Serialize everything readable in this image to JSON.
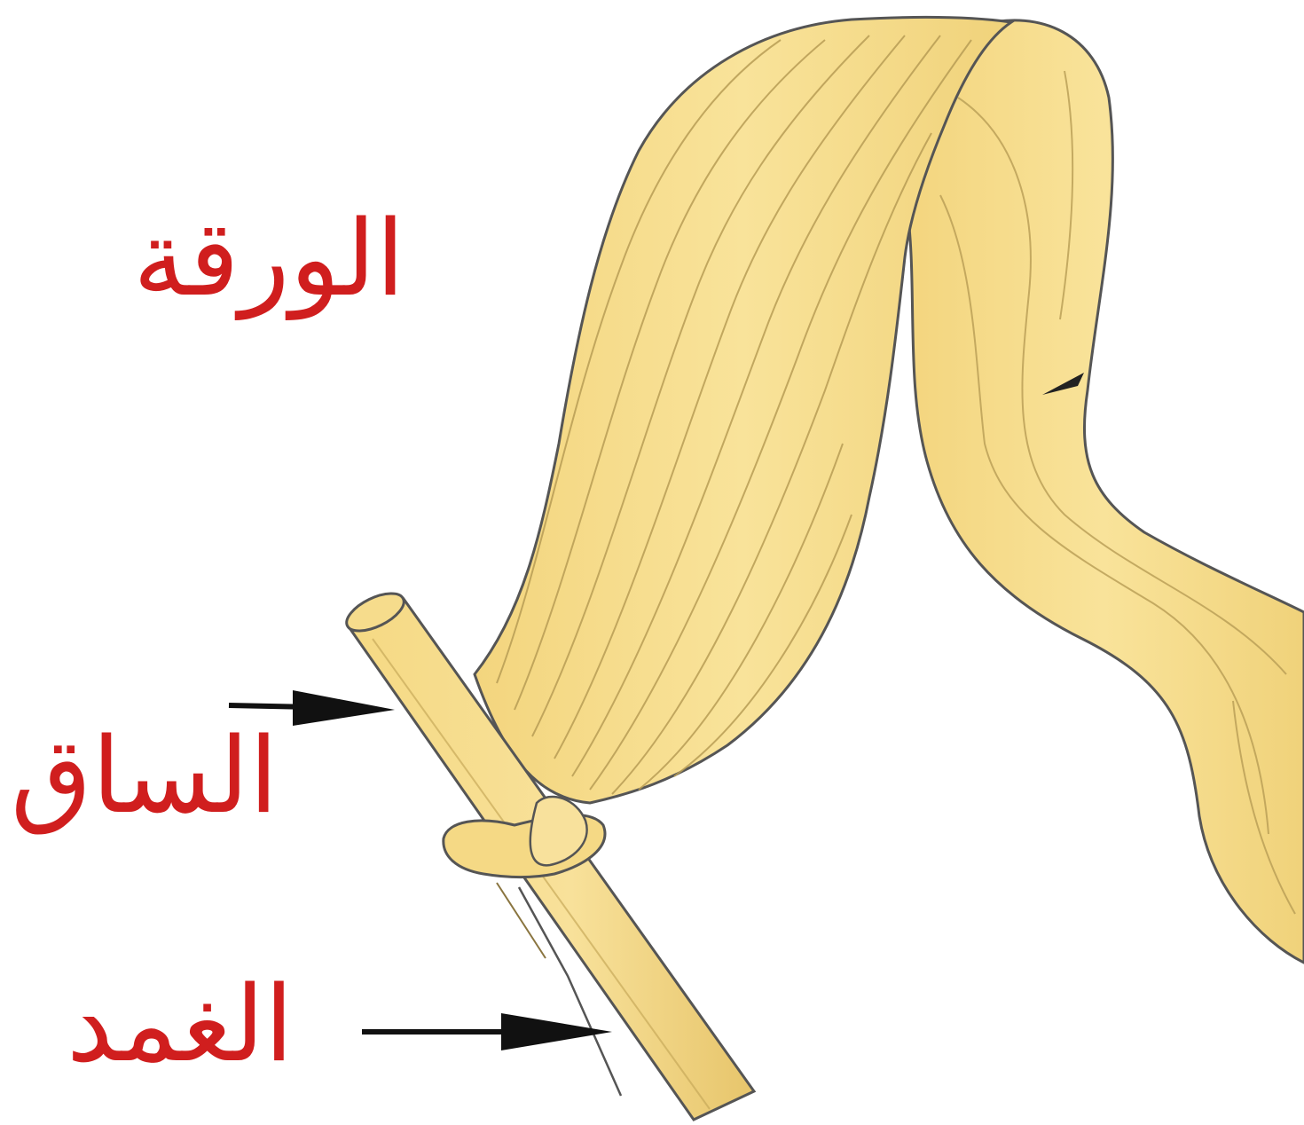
{
  "labels": {
    "leaf": "الورقة",
    "stem": "الساق",
    "sheath": "الغمد"
  },
  "colors": {
    "label_text": "#d01e1e",
    "leaf_fill": "#f7df8e",
    "leaf_outline": "#555555",
    "vein": "#b89d55",
    "arrow": "#111111",
    "background": "#ffffff"
  }
}
